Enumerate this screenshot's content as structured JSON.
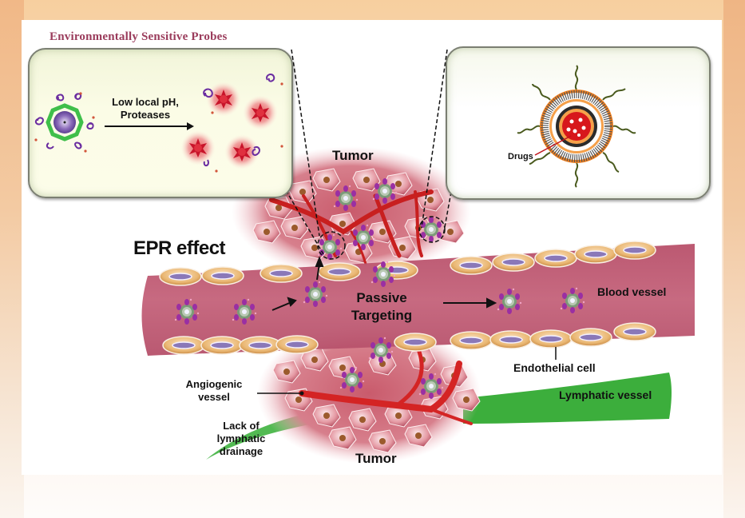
{
  "title": "Environmentally Sensitive Probes",
  "left_panel": {
    "caption_line1": "Low local pH,",
    "caption_line2": "Proteases"
  },
  "right_panel": {
    "drugs_label": "Drugs"
  },
  "labels": {
    "epr_effect": "EPR effect",
    "tumor_top": "Tumor",
    "tumor_bottom": "Tumor",
    "passive_line1": "Passive",
    "passive_line2": "Targeting",
    "blood_vessel": "Blood vessel",
    "endothelial_cell": "Endothelial cell",
    "angiogenic_line1": "Angiogenic",
    "angiogenic_line2": "vessel",
    "lymphatic_vessel": "Lymphatic vessel",
    "lack_line1": "Lack of",
    "lack_line2": "lymphatic",
    "lack_line3": "drainage"
  },
  "colors": {
    "title": "#9a3b5b",
    "blood": "#c25a6e",
    "endothelial": "#e9b877",
    "nucleus": "#8a78b8",
    "tumor": "#d9828e",
    "angiogenic": "#d42424",
    "lymphatic": "#3fb23f",
    "liposome_shell": "#f07f1e"
  }
}
